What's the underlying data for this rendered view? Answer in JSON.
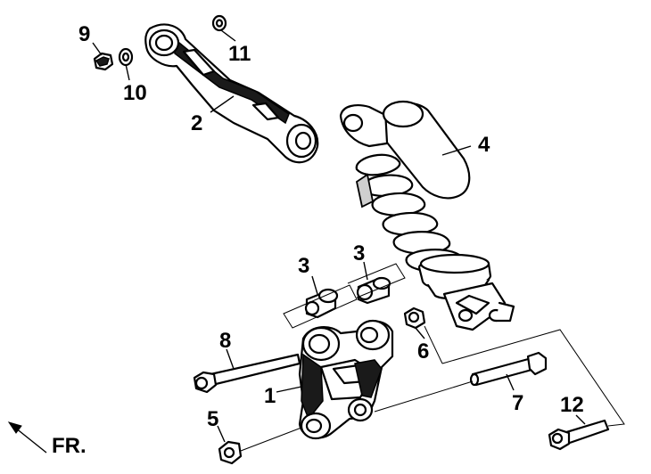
{
  "callouts": [
    {
      "id": "p1",
      "label": "1"
    },
    {
      "id": "p2",
      "label": "2"
    },
    {
      "id": "p3a",
      "label": "3"
    },
    {
      "id": "p3b",
      "label": "3"
    },
    {
      "id": "p4",
      "label": "4"
    },
    {
      "id": "p5",
      "label": "5"
    },
    {
      "id": "p6",
      "label": "6"
    },
    {
      "id": "p7",
      "label": "7"
    },
    {
      "id": "p8",
      "label": "8"
    },
    {
      "id": "p9",
      "label": "9"
    },
    {
      "id": "p10",
      "label": "10"
    },
    {
      "id": "p11",
      "label": "11"
    },
    {
      "id": "p12",
      "label": "12"
    }
  ],
  "direction_label": "FR."
}
